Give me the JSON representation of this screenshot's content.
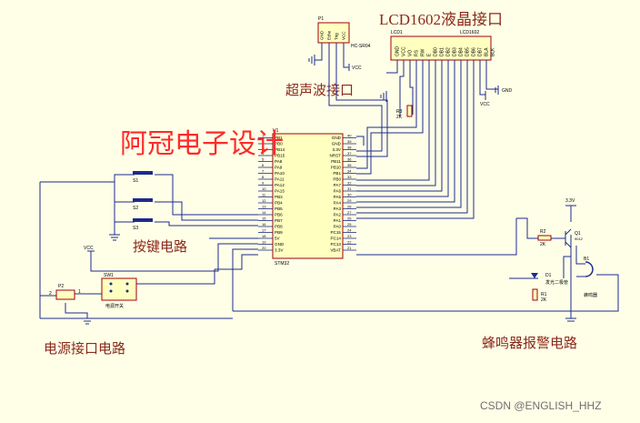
{
  "schematic": {
    "titles": {
      "lcd_interface": "LCD1602液晶接口",
      "ultrasonic_interface": "超声波接口",
      "brand": "阿冠电子设计",
      "key_circuit": "按键电路",
      "power_circuit": "电源接口电路",
      "buzzer_circuit": "蜂鸣器报警电路"
    },
    "watermark": "CSDN @ENGLISH_HHZ",
    "mcu": {
      "designator": "U1",
      "name": "STM32",
      "left_pin_labels": [
        "PB1",
        "PB0",
        "PB14",
        "PB15",
        "PA8",
        "PA9",
        "PA10",
        "PA11",
        "PA12",
        "PA15",
        "PB3",
        "PB4",
        "PB5",
        "PB6",
        "PB7",
        "PB8",
        "PB9",
        "5V",
        "GND",
        "3.3V"
      ],
      "right_pin_labels": [
        "GND",
        "GND",
        "3.3V",
        "NRST",
        "PB11",
        "PB10",
        "PB1",
        "PB0",
        "PA7",
        "PA6",
        "PA5",
        "PA4",
        "PA3",
        "PA2",
        "PA1",
        "PA0",
        "PC15",
        "PC14",
        "PC13",
        "VBAT"
      ],
      "left_pin_numbers": [
        "1",
        "2",
        "3",
        "4",
        "5",
        "6",
        "7",
        "8",
        "9",
        "10",
        "11",
        "12",
        "13",
        "14",
        "15",
        "16",
        "17",
        "18",
        "19",
        "20"
      ],
      "right_pin_numbers": [
        "40",
        "39",
        "38",
        "37",
        "36",
        "35",
        "34",
        "33",
        "32",
        "31",
        "30",
        "29",
        "28",
        "27",
        "26",
        "25",
        "24",
        "23",
        "22",
        "21"
      ]
    },
    "lcd": {
      "designator": "LCD1",
      "part": "LCD1602",
      "pins": [
        "GND",
        "VCC",
        "VO",
        "RS",
        "RW",
        "E",
        "DB0",
        "DB1",
        "DB2",
        "DB3",
        "DB4",
        "DB5",
        "DB6",
        "DB7",
        "BLA",
        "BLK"
      ]
    },
    "ultrasonic": {
      "designator": "P1",
      "part": "HC-SR04",
      "pins": [
        "GND",
        "Echo",
        "Trig",
        "VCC"
      ]
    },
    "parts": {
      "r3": "R3",
      "r3_value": "2K",
      "r1": "R1",
      "r1_value": "2K",
      "r2": "R2",
      "r2_value": "2K",
      "q1": "Q1",
      "q1_type": "9012",
      "d1": "D1",
      "d1_label": "发光二极管",
      "b1": "B1",
      "b1_label": "蜂鸣器",
      "s1": "S1",
      "s2": "S2",
      "s3": "S3",
      "sw1": "SW1",
      "sw1_label": "电源开关",
      "p2": "P2",
      "p2_pin1": "1",
      "p2_pin2": "2",
      "vcc": "VCC",
      "v33": "3.3V",
      "gnd": "GND"
    }
  }
}
